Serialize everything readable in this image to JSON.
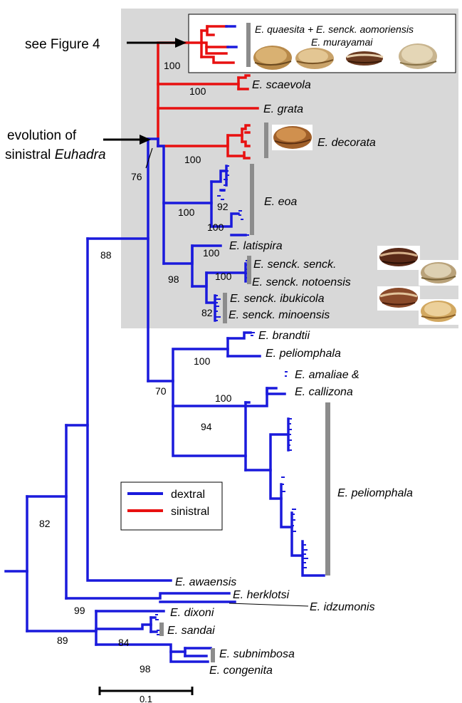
{
  "figure": {
    "annotations": {
      "see_figure": "see Figure 4",
      "evolution_line1": "evolution of",
      "evolution_line2_a": "sinistral ",
      "evolution_line2_b": "Euhadra"
    },
    "legend": {
      "dextral": "dextral",
      "sinistral": "sinistral"
    },
    "colors": {
      "dextral": "#1a1adc",
      "sinistral": "#e81010",
      "clade_bar": "#8c8c8c",
      "highlight_box": "#d8d8d8"
    },
    "scale_bar": {
      "label": "0.1"
    },
    "taxa": {
      "quaesita_aomoriensis": "E. quaesita + E. senck. aomoriensis",
      "murayamai": "E. murayamai",
      "scaevola": "E. scaevola",
      "grata": "E. grata",
      "decorata": "E. decorata",
      "eoa": "E. eoa",
      "latispira": "E. latispira",
      "senck_senck": "E. senck. senck.",
      "senck_notoensis": "E. senck. notoensis",
      "senck_ibukicola": "E. senck. ibukicola",
      "senck_minoensis": "E. senck. minoensis",
      "brandtii": "E. brandtii",
      "peliomphala_1": "E. peliomphala",
      "amaliae": "E. amaliae &",
      "callizona": "E. callizona",
      "peliomphala_2": "E. peliomphala",
      "awaensis": "E. awaensis",
      "herklotsi": "E. herklotsi",
      "idzumonis": "E. idzumonis",
      "dixoni": "E. dixoni",
      "sandai": "E. sandai",
      "subnimbosa": "E. subnimbosa",
      "congenita": "E. congenita"
    },
    "support_values": {
      "sinistral_clade": "100",
      "scaevola": "100",
      "decorata": "100",
      "sinistral_origin": "76",
      "eoa_group": "100",
      "eoa_inner_a": "92",
      "eoa_inner_b": "100",
      "latispira": "100",
      "senckenbergiana_group": "98",
      "senck_senck_notoensis": "100",
      "senck_ibukicola_minoensis": "82",
      "main_dextral": "88",
      "brandtii_peliomphala": "100",
      "amaliae_callizona": "100",
      "peliomphala_group": "94",
      "eastern_group": "70",
      "outer_group": "82",
      "herklotsi_idzumonis": "99",
      "basal_group": "89",
      "dixoni_sandai": "84",
      "subnimbosa_congenita": "98"
    },
    "shell_icons": [
      "shell-quaesita-1",
      "shell-quaesita-2",
      "shell-murayamai-1",
      "shell-murayamai-2",
      "shell-decorata",
      "shell-senck-1",
      "shell-senck-2",
      "shell-ibukicola-1",
      "shell-ibukicola-2"
    ]
  }
}
